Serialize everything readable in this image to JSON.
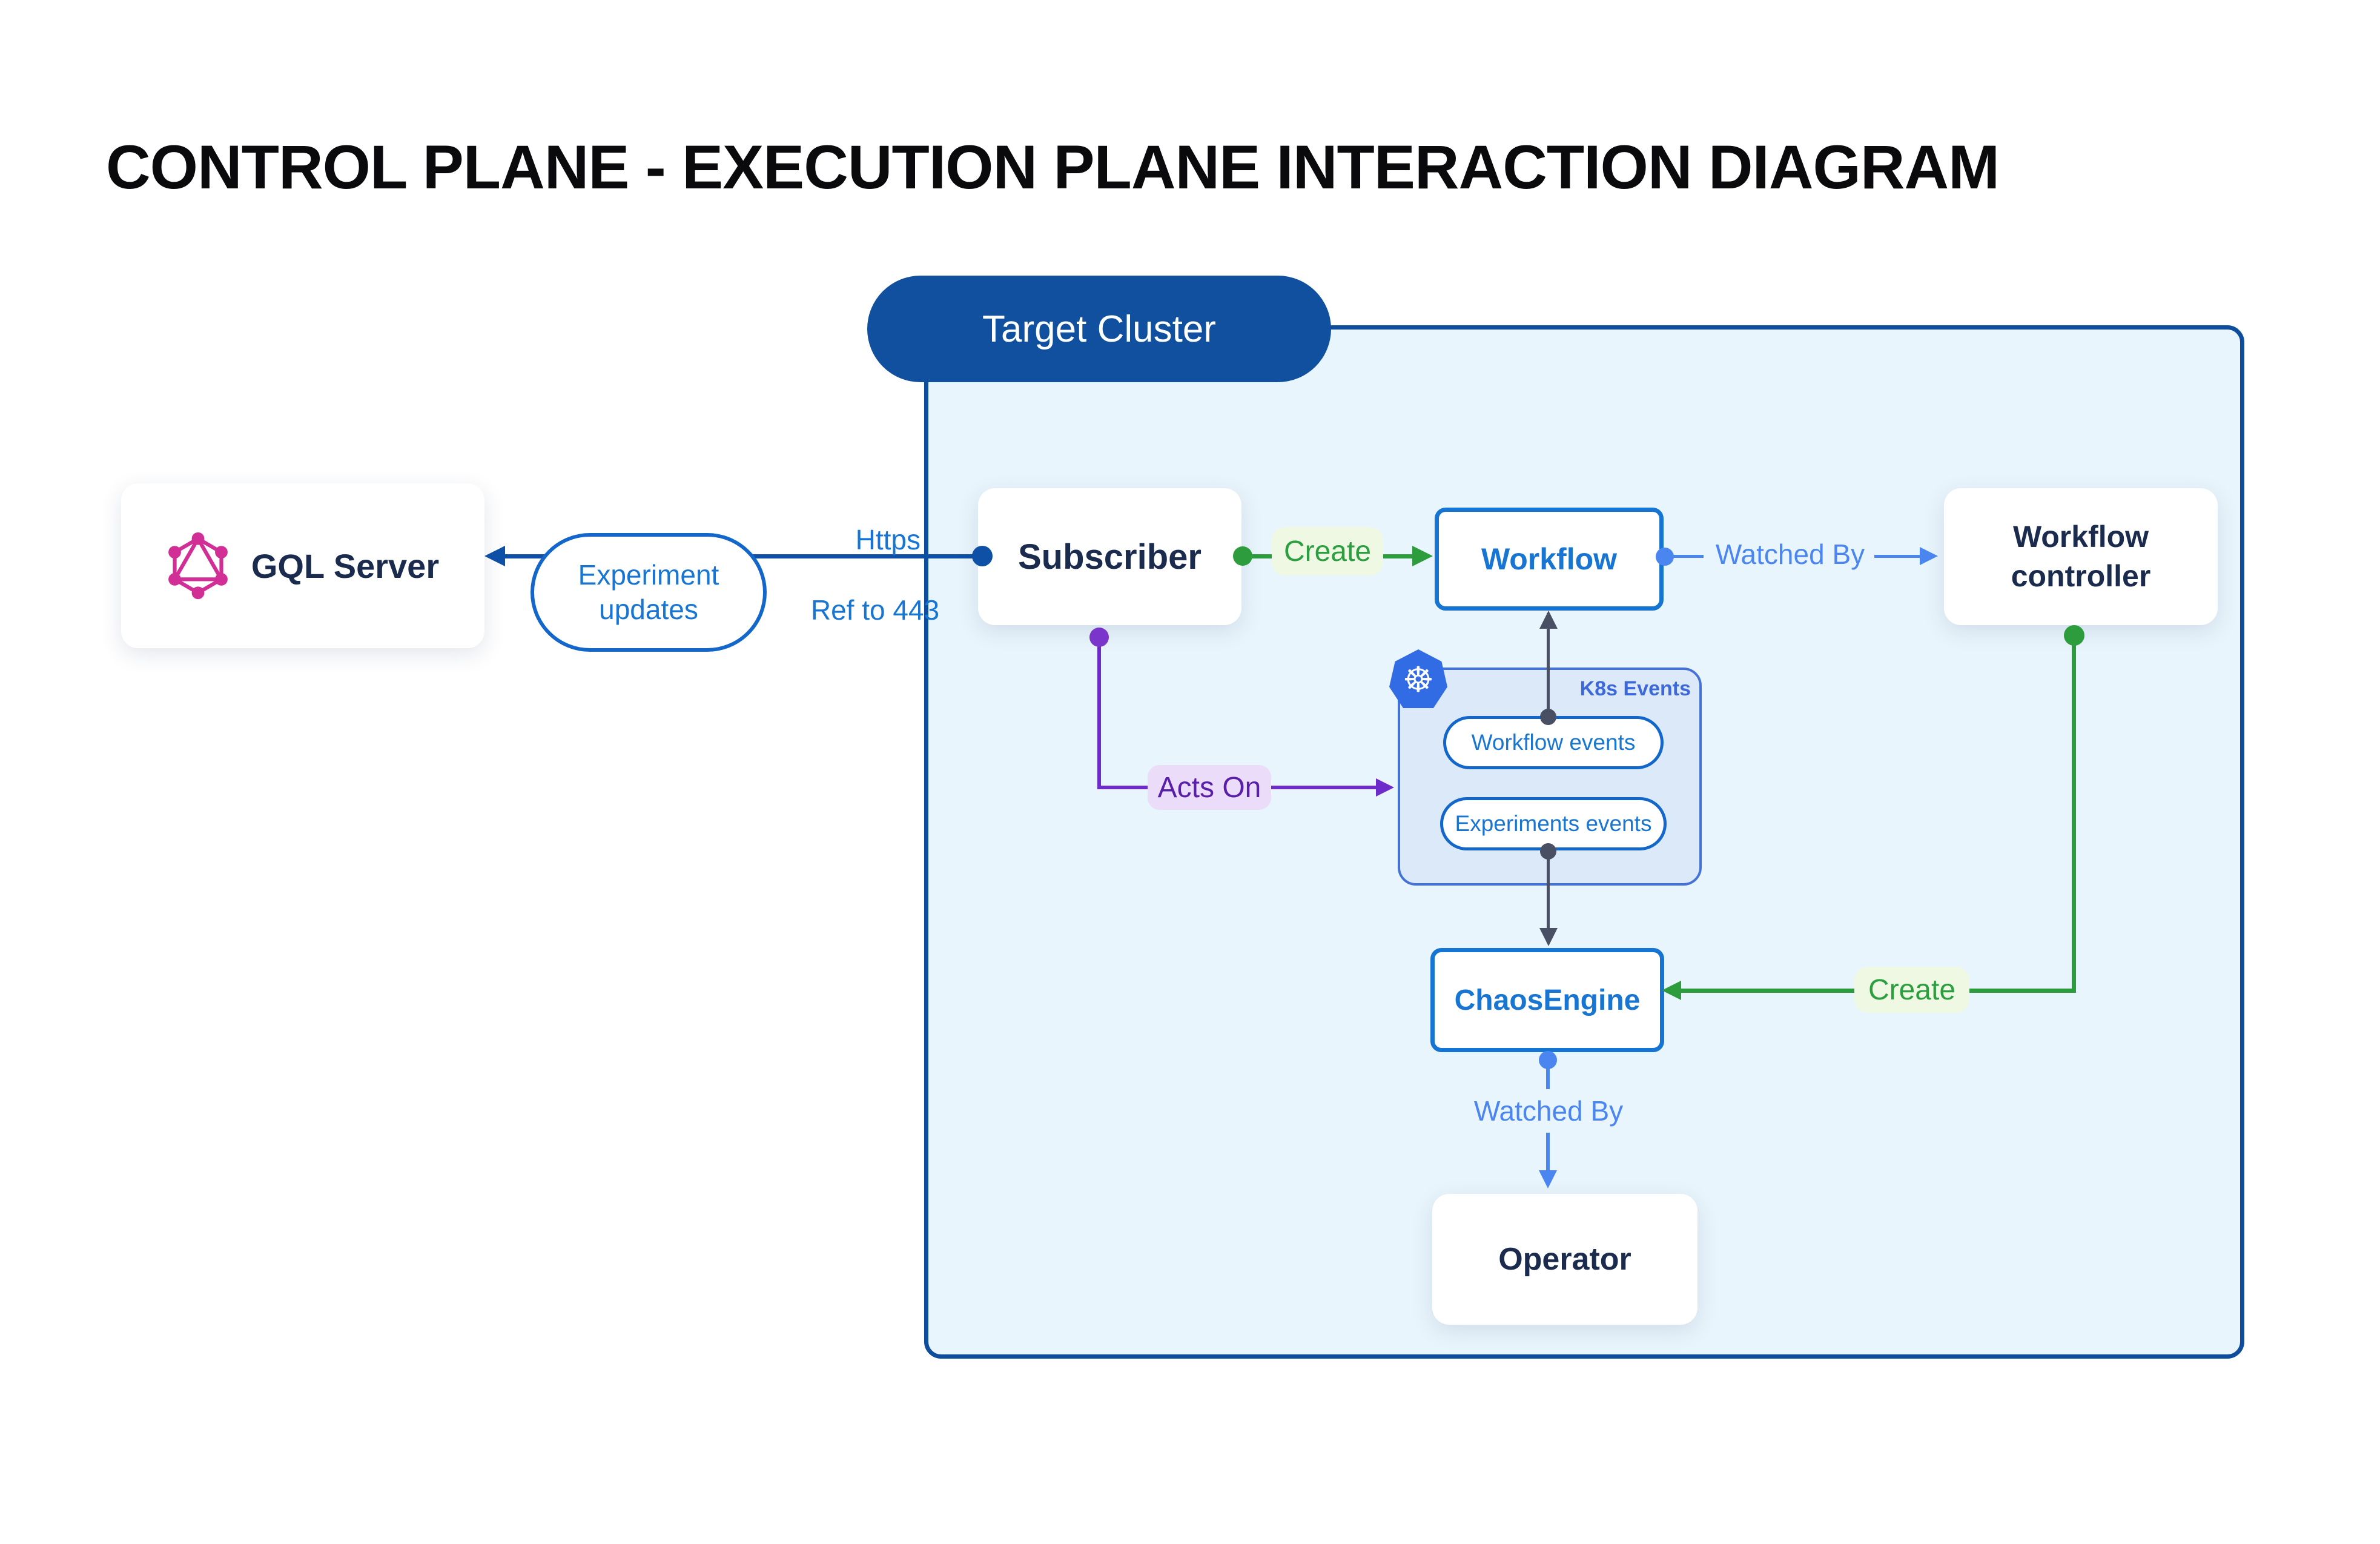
{
  "title": "CONTROL PLANE - EXECUTION PLANE INTERACTION DIAGRAM",
  "cluster": {
    "label": "Target Cluster"
  },
  "nodes": {
    "gql_server": {
      "label": "GQL Server"
    },
    "subscriber": {
      "label": "Subscriber"
    },
    "workflow": {
      "label": "Workflow"
    },
    "workflow_controller": {
      "label": "Workflow controller"
    },
    "chaos_engine": {
      "label": "ChaosEngine"
    },
    "operator": {
      "label": "Operator"
    }
  },
  "k8s_events": {
    "label": "K8s Events",
    "workflow_events": "Workflow events",
    "experiments_events": "Experiments events"
  },
  "edges": {
    "experiment_updates": "Experiment updates",
    "https": "Https",
    "ref_443": "Ref to 443",
    "create_workflow": "Create",
    "watched_by_workflow": "Watched By",
    "acts_on": "Acts On",
    "create_chaosengine": "Create",
    "watched_by_operator": "Watched By"
  },
  "icons": {
    "kubernetes_glyph": "☸",
    "kubernetes": "kubernetes-helm-wheel",
    "graphql": "graphql-hexagon-logo"
  },
  "colors": {
    "dark_blue": "#10509E",
    "cluster_border": "#0E4C9C",
    "cluster_fill": "#E9F5FC",
    "mid_blue": "#1674D2",
    "blue_text": "#1876D2",
    "light_blue": "#4B86F0",
    "green": "#2C9C3C",
    "green_chip_bg": "#EFF8E3",
    "purple_line": "#6D2BCB",
    "purple_text": "#5A1FA8",
    "purple_chip_bg": "#EBDCF9",
    "slate": "#4A5064",
    "navy_text": "#1B2B4D",
    "k8s_box_fill": "#DCE9F8",
    "k8s_box_border": "#4472D6",
    "k8s_label_blue": "#3D68DA",
    "k8s_icon_blue": "#326CE5",
    "graphql_pink": "#D12F96"
  }
}
